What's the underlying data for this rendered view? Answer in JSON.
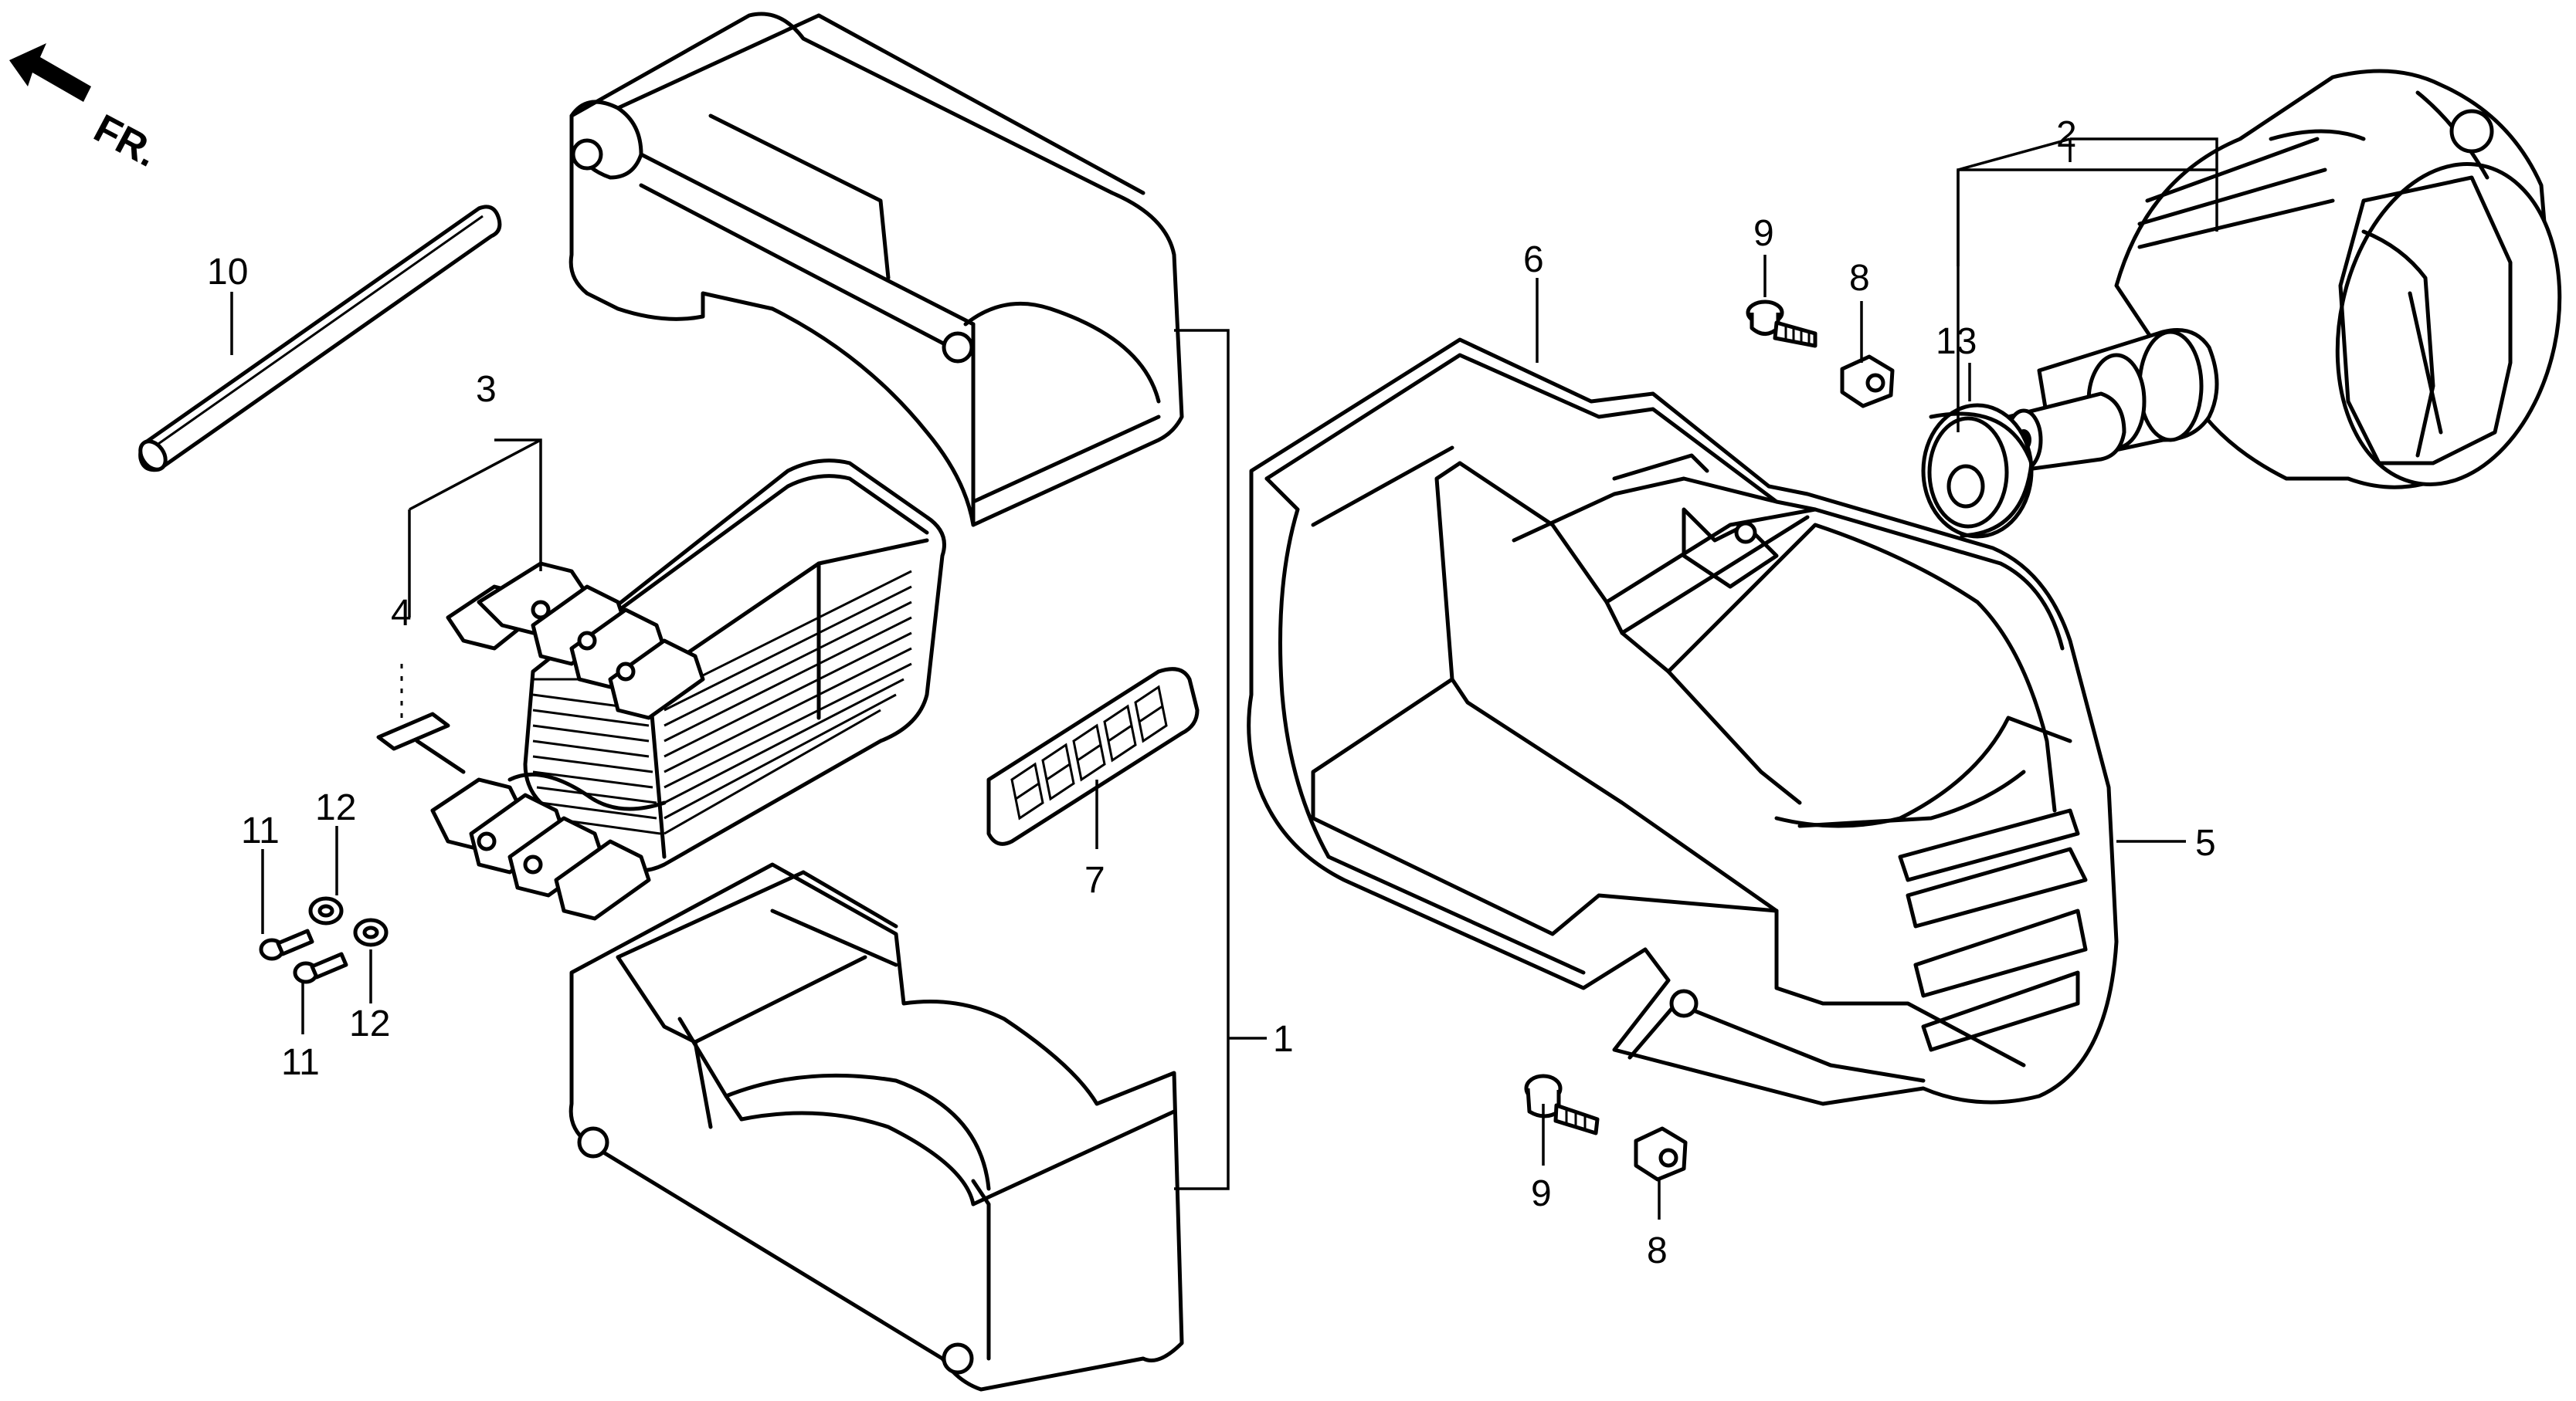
{
  "direction": {
    "label": "FR.",
    "icon": "front-arrow-icon"
  },
  "callouts": {
    "c1": "1",
    "c2": "2",
    "c3": "3",
    "c4": "4",
    "c5": "5",
    "c6": "6",
    "c7": "7",
    "c8a": "8",
    "c8b": "8",
    "c9a": "9",
    "c9b": "9",
    "c10": "10",
    "c11a": "11",
    "c11b": "11",
    "c12a": "12",
    "c12b": "12",
    "c13": "13"
  }
}
